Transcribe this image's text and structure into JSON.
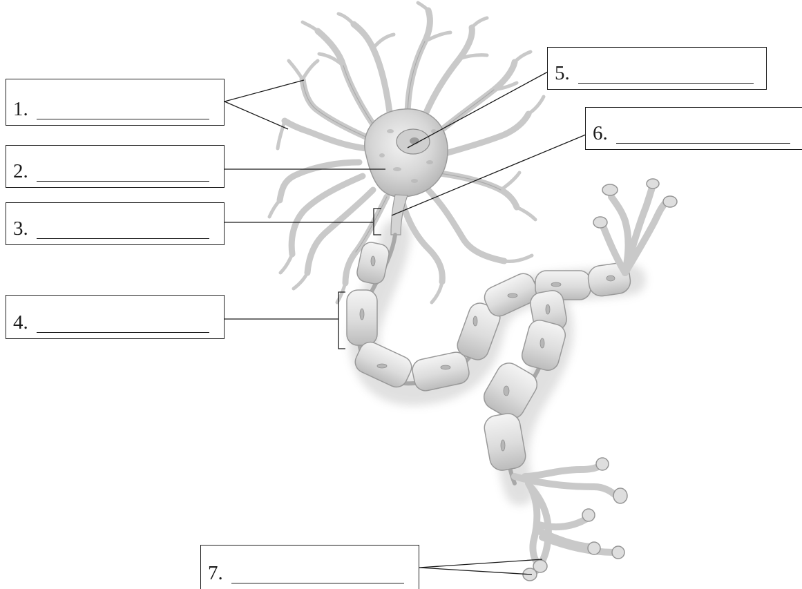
{
  "labels": [
    {
      "id": "1",
      "number": "1."
    },
    {
      "id": "2",
      "number": "2."
    },
    {
      "id": "3",
      "number": "3."
    },
    {
      "id": "4",
      "number": "4."
    },
    {
      "id": "5",
      "number": "5."
    },
    {
      "id": "6",
      "number": "6."
    },
    {
      "id": "7",
      "number": "7."
    }
  ],
  "colors": {
    "line": "#1a1a1a",
    "neuron_fill": "#d9d9d9",
    "neuron_light": "#ececec",
    "neuron_shadow": "#a9a9a9",
    "background": "#ffffff"
  }
}
